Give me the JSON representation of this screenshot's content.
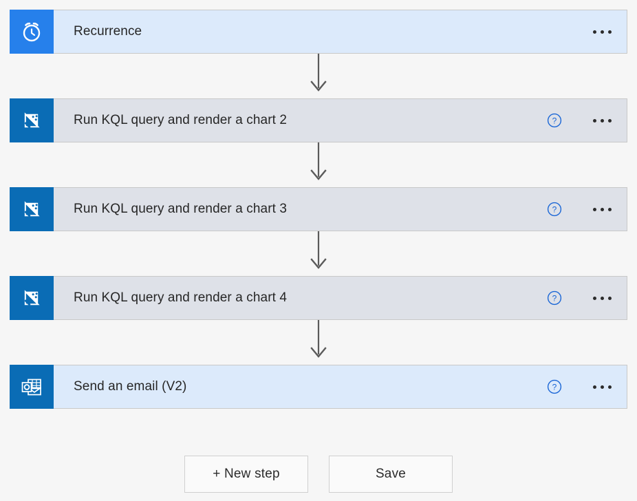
{
  "canvas": {
    "background_color": "#f6f6f6"
  },
  "colors": {
    "trigger_card_bg": "#dceafb",
    "action_card_bg": "#dee1e8",
    "card_border": "#c8c8c8",
    "recurrence_icon_bg": "#2680eb",
    "kusto_icon_bg": "#0a6cb5",
    "outlook_icon_bg": "#0a6cb5",
    "help_icon_color": "#1a66d6",
    "title_text": "#262626",
    "connector_arrow": "#5a5a5a"
  },
  "steps": [
    {
      "title": "Recurrence",
      "icon": "alarm-clock-icon",
      "tone": "tone-blue",
      "brand": "brand-recurrence",
      "has_help": false,
      "has_menu": true
    },
    {
      "title": "Run KQL query and render a chart 2",
      "icon": "kusto-icon",
      "tone": "tone-grey",
      "brand": "brand-kusto",
      "has_help": true,
      "has_menu": true
    },
    {
      "title": "Run KQL query and render a chart 3",
      "icon": "kusto-icon",
      "tone": "tone-grey",
      "brand": "brand-kusto",
      "has_help": true,
      "has_menu": true
    },
    {
      "title": "Run KQL query and render a chart 4",
      "icon": "kusto-icon",
      "tone": "tone-grey",
      "brand": "brand-kusto",
      "has_help": true,
      "has_menu": true
    },
    {
      "title": "Send an email (V2)",
      "icon": "outlook-icon",
      "tone": "tone-blue",
      "brand": "brand-outlook",
      "has_help": true,
      "has_menu": true
    }
  ],
  "connectors": [
    {
      "name": "connector-arrow-1"
    },
    {
      "name": "connector-arrow-2"
    },
    {
      "name": "connector-arrow-3"
    },
    {
      "name": "connector-arrow-4"
    }
  ],
  "footer": {
    "new_step_label": "+ New step",
    "save_label": "Save"
  }
}
